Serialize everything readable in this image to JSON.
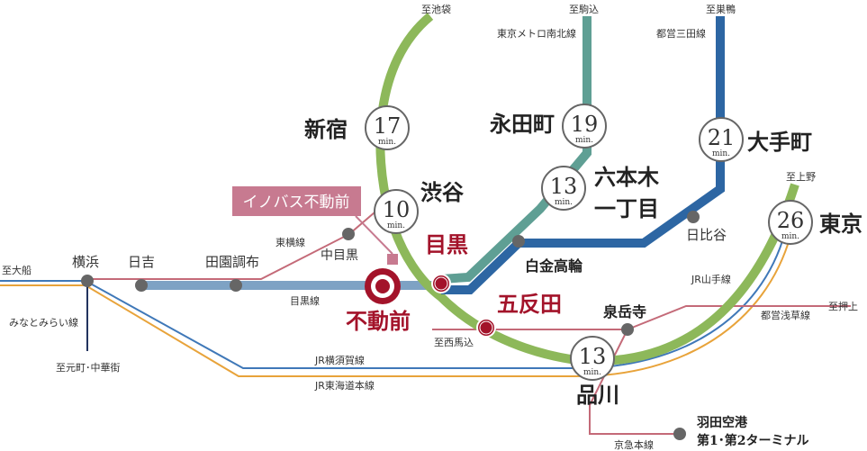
{
  "colors": {
    "yamanote": "#8db85a",
    "namboku": "#5f9f94",
    "mita": "#2d66a3",
    "meguro_line": "#7ea2c4",
    "tokyu_toyoko": "#c46a78",
    "tokaido": "#e8a33a",
    "yokosuka": "#3f78b8",
    "asakusa": "#c46a78",
    "keikyu": "#c46a78",
    "minatomirai": "#22335e",
    "station_red": "#a3132a",
    "callout_bg": "#c77a90"
  },
  "callout": "イノバス不動前",
  "stations": {
    "fudomae": "不動前",
    "meguro": "目黒",
    "gotanda": "五反田",
    "shibuya": "渋谷",
    "shinjuku": "新宿",
    "nagatacho": "永田町",
    "roppongi1": "六本木",
    "roppongi2": "一丁目",
    "otemachi": "大手町",
    "tokyo": "東京",
    "shinagawa": "品川",
    "shirokanetakanawa": "白金高輪",
    "sengakuji": "泉岳寺",
    "hibiya": "日比谷",
    "nakameguro": "中目黒",
    "yokohama": "横浜",
    "hiyoshi": "日吉",
    "denenchofu": "田園調布",
    "haneda1": "羽田空港",
    "haneda2": "第1･第2ターミナル"
  },
  "minutes": {
    "shinjuku": "17",
    "shibuya": "10",
    "nagatacho": "19",
    "roppongi": "13",
    "otemachi": "21",
    "tokyo": "26",
    "shinagawa": "13",
    "unit": "min."
  },
  "lines": {
    "toyoko": "東横線",
    "meguro": "目黒線",
    "namboku": "東京メトロ南北線",
    "mita": "都営三田線",
    "yamanote": "JR山手線",
    "asakusa": "都営浅草線",
    "yokosuka": "JR横須賀線",
    "tokaido": "JR東海道本線",
    "keikyu": "京急本線",
    "minatomirai": "みなとみらい線"
  },
  "destinations": {
    "ikebukuro": "至池袋",
    "komagome": "至駒込",
    "sugamo": "至巣鴨",
    "ueno": "至上野",
    "oshiage": "至押上",
    "nishimagome": "至西馬込",
    "ofuna": "至大船",
    "motomachi": "至元町･中華街"
  }
}
